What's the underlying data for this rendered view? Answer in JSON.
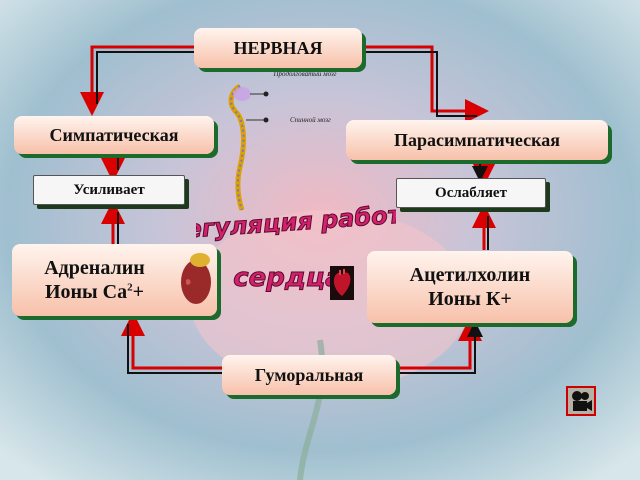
{
  "nervous": "НЕРВНАЯ",
  "sympathetic": "Симпатическая",
  "parasympathetic": "Парасимпатическая",
  "strengthens": "Усиливает",
  "weakens": "Ослабляет",
  "adrenaline_line1": "Адреналин",
  "adrenaline_line2_prefix": "Ионы Ca",
  "adrenaline_sup": "2",
  "adrenaline_line2_suffix": "+",
  "acetyl_line1": "Ацетилхолин",
  "acetyl_line2": "Ионы К+",
  "humoral": "Гуморальная",
  "title_line1": "Регуляция работы",
  "title_line2": "сердца",
  "spine_label1": "Продолговатый мозг",
  "spine_label2": "Спинной мозг",
  "colors": {
    "arrow_red": "#d80000",
    "arrow_black": "#111111",
    "title": "#d3216f"
  }
}
